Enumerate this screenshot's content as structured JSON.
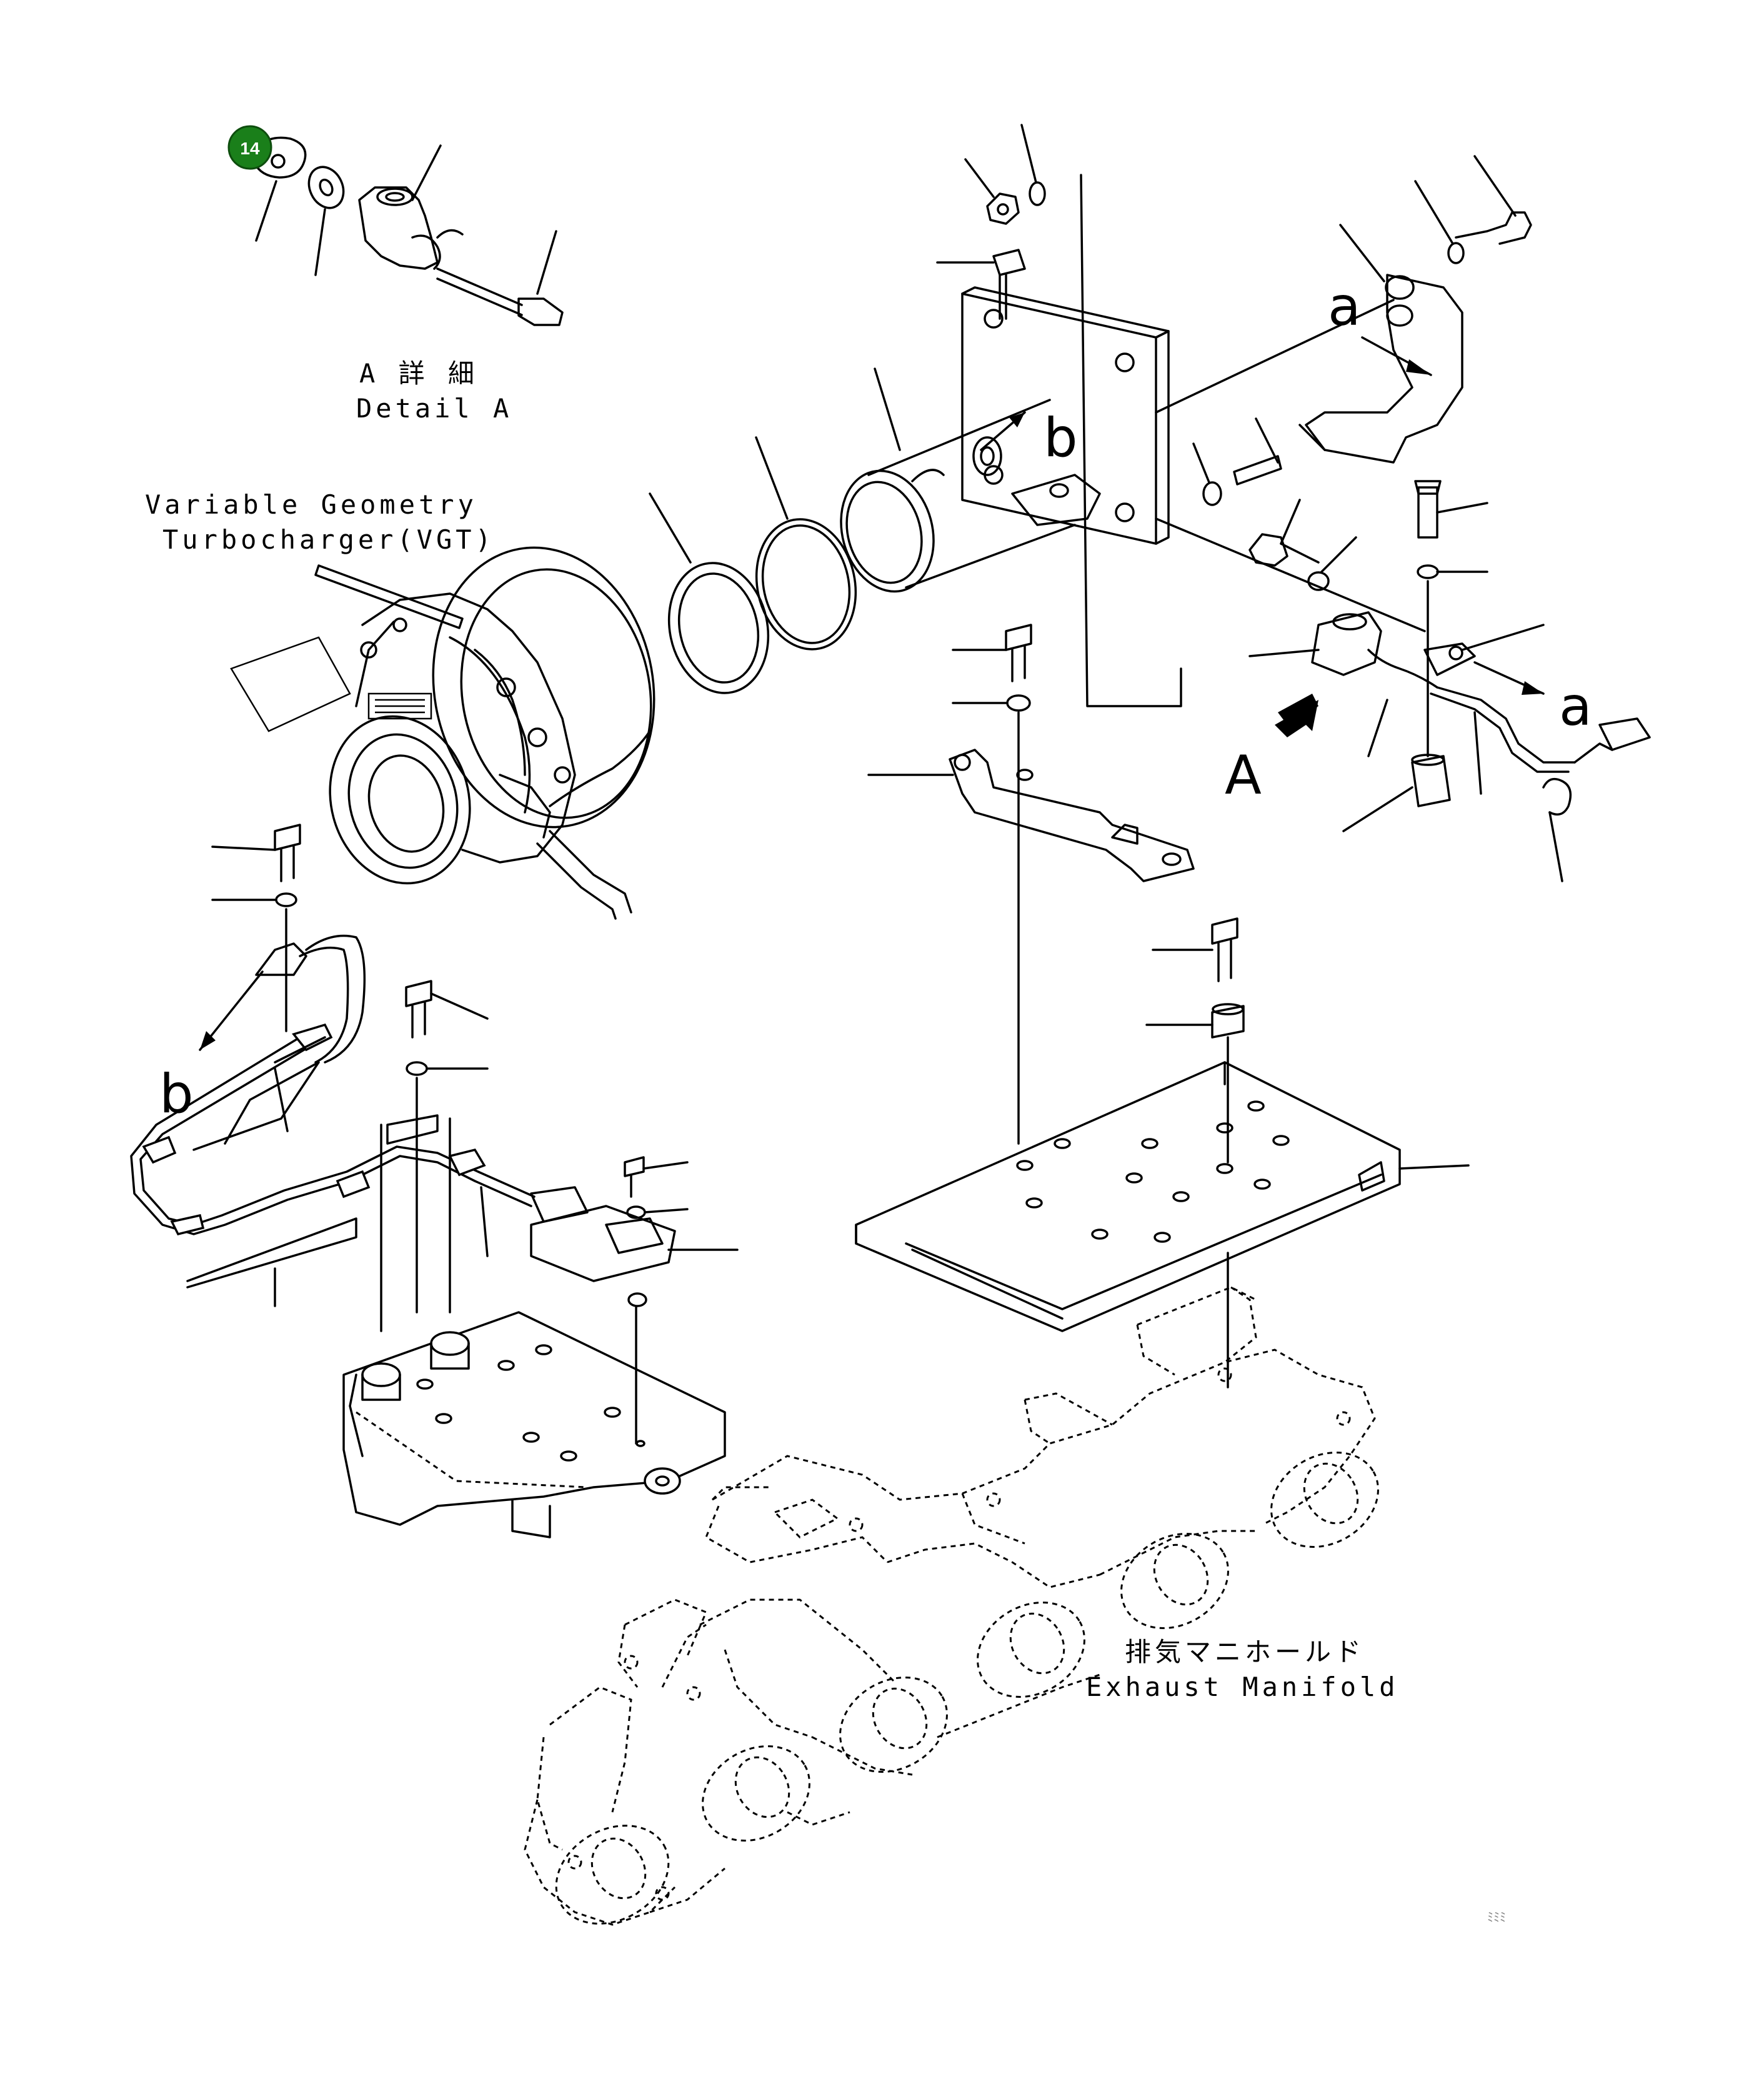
{
  "detail_a": {
    "title_jp": "A 詳 細",
    "title_en": "Detail A"
  },
  "vgt": {
    "line1": "Variable Geometry",
    "line2": "Turbocharger(VGT)"
  },
  "manifold": {
    "title_jp": "排気マニホールド",
    "title_en": "Exhaust Manifold"
  },
  "view_marks": {
    "a": "a",
    "b": "b",
    "A": "A"
  },
  "callout": {
    "number": "14",
    "color": "#1a7f1a"
  },
  "corner_code": "ﾐﾐﾐ"
}
